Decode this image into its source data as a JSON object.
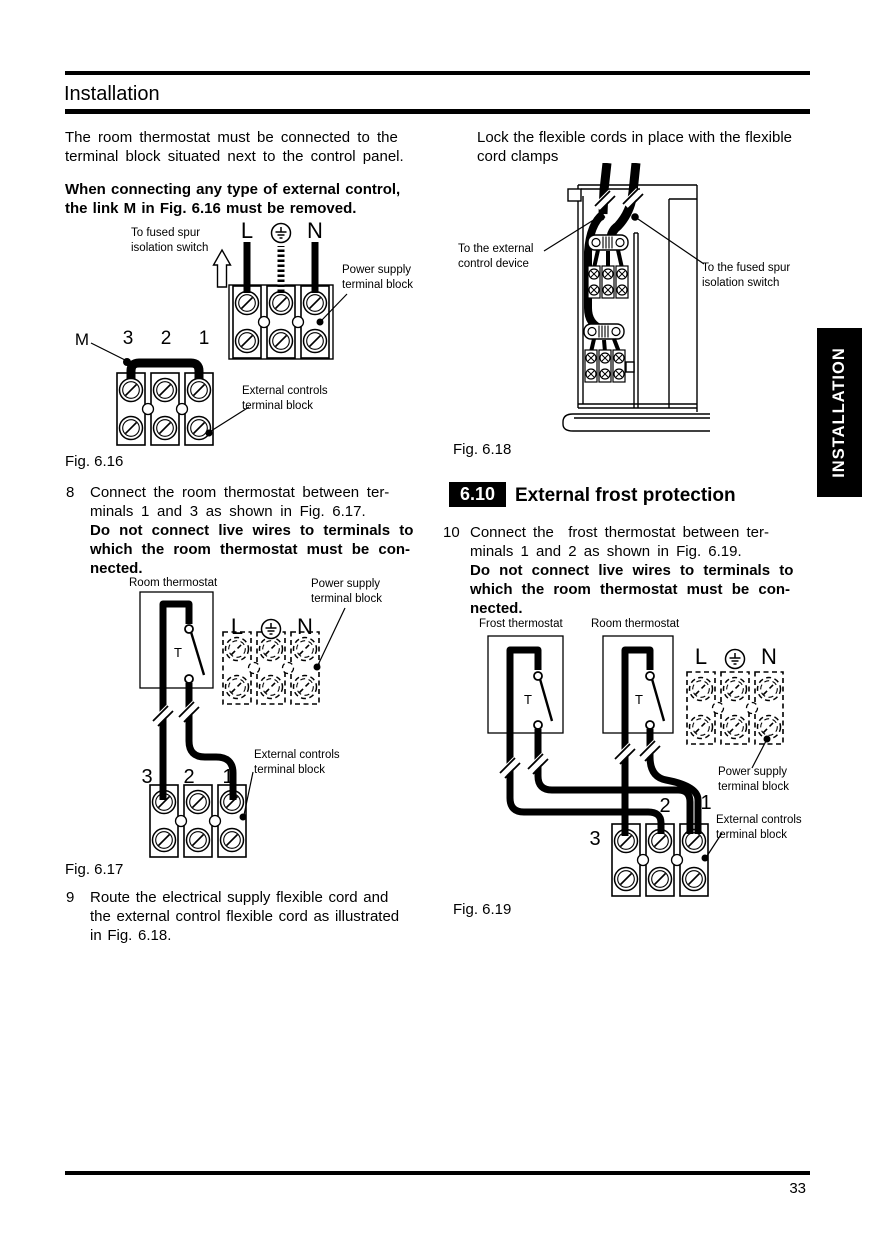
{
  "page": {
    "header_title": "Installation",
    "side_tab": "INSTALLATION",
    "page_number": "33"
  },
  "colors": {
    "ink": "#000000",
    "paper": "#ffffff"
  },
  "left_column": {
    "para_intro": [
      "The room thermostat must be connected to the",
      "terminal block situated next to the control panel."
    ],
    "para_warning": [
      "When connecting any type of external control,",
      "the link M in Fig. 6.16 must be removed."
    ],
    "fig16_caption": "Fig. 6.16",
    "item8": {
      "number": "8",
      "text": [
        "Connect the room thermostat between ter-",
        "minals 1 and 3 as shown in Fig. 6.17."
      ],
      "bold": [
        "Do not connect live wires to terminals to",
        "which the room thermostat must be con-",
        "nected."
      ]
    },
    "fig17_caption": "Fig. 6.17",
    "item9": {
      "number": "9",
      "text": [
        "Route the electrical supply flexible cord and",
        "the external control flexible cord as illustrated",
        "in Fig. 6.18."
      ]
    }
  },
  "right_column": {
    "para_lock": [
      "Lock the flexible cords in place with the flexible",
      "cord clamps"
    ],
    "fig18_caption": "Fig. 6.18",
    "section_6_10": {
      "number": "6.10",
      "title": "External frost protection"
    },
    "item10": {
      "number": "10",
      "text": [
        "Connect the  frost thermostat between ter-",
        "minals 1 and 2 as shown in Fig. 6.19."
      ],
      "bold": [
        "Do not connect live wires to terminals to",
        "which the room thermostat must be con-",
        "nected."
      ]
    },
    "fig19_caption": "Fig. 6.19"
  },
  "fig16": {
    "spur_label": [
      "To fused spur",
      "isolation switch"
    ],
    "live": "L",
    "neutral": "N",
    "link": "M",
    "terminal_3": "3",
    "terminal_2": "2",
    "terminal_1": "1",
    "power_label": [
      "Power supply",
      "terminal block"
    ],
    "external_label": [
      "External controls",
      "terminal block"
    ]
  },
  "fig17": {
    "room_label": "Room thermostat",
    "power_label": [
      "Power supply",
      "terminal block"
    ],
    "external_label": [
      "External controls",
      "terminal block"
    ],
    "switch": "T",
    "live": "L",
    "neutral": "N",
    "terminal_3": "3",
    "terminal_2": "2",
    "terminal_1": "1"
  },
  "fig18": {
    "left_label": [
      "To the external",
      "control device"
    ],
    "right_label": [
      "To the fused spur",
      "isolation switch"
    ]
  },
  "fig19": {
    "frost_label": "Frost thermostat",
    "room_label": "Room thermostat",
    "frost_switch": "T",
    "room_switch": "T",
    "live": "L",
    "neutral": "N",
    "terminal_3": "3",
    "terminal_2": "2",
    "terminal_1": "1",
    "power_label": [
      "Power supply",
      "terminal block"
    ],
    "external_label": [
      "External controls",
      "terminal block"
    ]
  }
}
